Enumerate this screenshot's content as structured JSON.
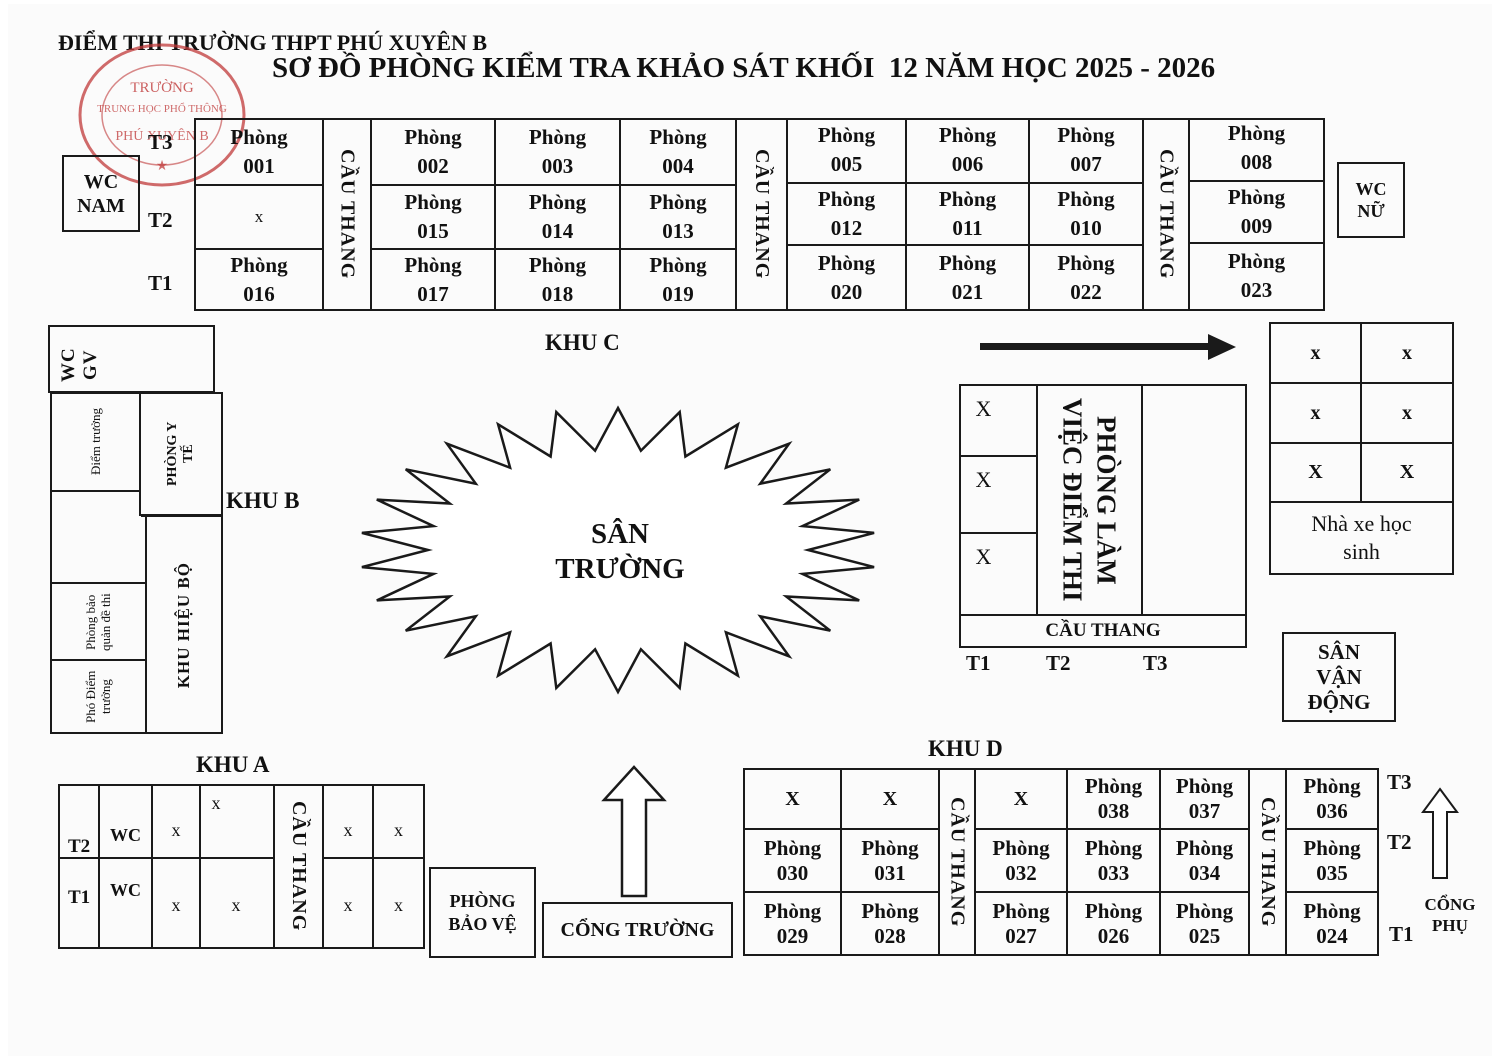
{
  "header": {
    "school": "ĐIỂM THI TRƯỜNG THPT PHÚ XUYÊN B",
    "title": "SƠ ĐỒ PHÒNG KIỂM TRA KHẢO SÁT KHỐI  12 NĂM HỌC 2025 - 2026"
  },
  "stamp": {
    "text": "TRƯỜNG THPT PHÚ XUYÊN B",
    "color": "#c03a3a"
  },
  "common": {
    "stair": "CẦU THANG",
    "x_upper": "X",
    "x_lower": "x",
    "t1": "T1",
    "t2": "T2",
    "t3": "T3",
    "room_word": "Phòng"
  },
  "top_block": {
    "wc_nam": "WC NAM",
    "wc_nu": "WC NỮ",
    "rooms": [
      "001",
      "002",
      "003",
      "004",
      "005",
      "006",
      "007",
      "008",
      "009",
      "010",
      "011",
      "012",
      "013",
      "014",
      "015",
      "016",
      "017",
      "018",
      "019",
      "020",
      "021",
      "022",
      "023"
    ]
  },
  "khu_c": {
    "label": "KHU C"
  },
  "khu_b": {
    "label": "KHU B",
    "wc_gv": "WC GV",
    "diem_truong": "Điểm trưởng",
    "phong_y_te": "PHÒNG Y TẾ",
    "khu_hieu_bo": "KHU HIỆU BỘ",
    "phong_bao_quan": "Phòng bảo quản đề thi",
    "pho_diem_truong": "Phó Điểm trưởng"
  },
  "san_truong": "SÂN TRƯỜNG",
  "lam_viec": {
    "label": "PHÒNG LÀM VIỆC ĐIỂM THI",
    "stair": "CẦU THANG"
  },
  "nha_xe": "Nhà xe học sinh",
  "san_van_dong": "SÂN VẬN ĐỘNG",
  "khu_a": {
    "label": "KHU A",
    "wc": "WC"
  },
  "phong_bao_ve": "PHÒNG BẢO VỆ",
  "cong_truong": "CỔNG TRƯỜNG",
  "khu_d": {
    "label": "KHU D",
    "rooms": [
      "024",
      "025",
      "026",
      "027",
      "028",
      "029",
      "030",
      "031",
      "032",
      "033",
      "034",
      "035",
      "036",
      "037",
      "038"
    ]
  },
  "cong_phu": "CỔNG PHỤ"
}
